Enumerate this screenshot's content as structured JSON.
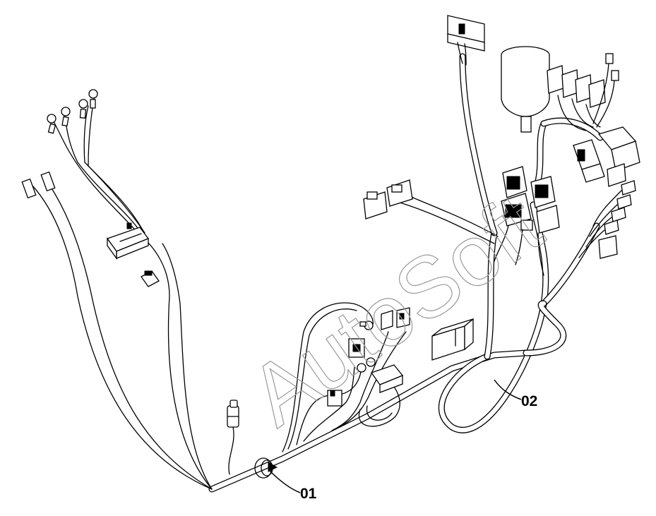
{
  "callouts": {
    "part_01": "01",
    "part_02": "02"
  },
  "watermark": "AutoSoft",
  "colors": {
    "line": "#000000",
    "background": "#ffffff",
    "watermark": "#9a9a9a"
  }
}
